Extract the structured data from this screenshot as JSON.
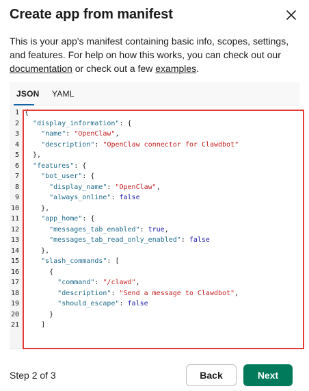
{
  "modal": {
    "title": "Create app from manifest",
    "close_icon": "close-icon"
  },
  "description": {
    "text_before": "This is your app's manifest containing basic info, scopes, settings, and features. For help on how this works, you can check out our ",
    "documentation_link": "documentation",
    "text_middle": " or check out a few ",
    "examples_link": "examples",
    "text_after": "."
  },
  "tabs": [
    {
      "label": "JSON",
      "active": true
    },
    {
      "label": "YAML",
      "active": false
    }
  ],
  "editor": {
    "lines": [
      "{",
      "  \"display_information\": {",
      "    \"name\": \"OpenClaw\",",
      "    \"description\": \"OpenClaw connector for Clawdbot\"",
      "  },",
      "  \"features\": {",
      "    \"bot_user\": {",
      "      \"display_name\": \"OpenClaw\",",
      "      \"always_online\": false",
      "    },",
      "    \"app_home\": {",
      "      \"messages_tab_enabled\": true,",
      "      \"messages_tab_read_only_enabled\": false",
      "    },",
      "    \"slash_commands\": [",
      "      {",
      "        \"command\": \"/clawd\",",
      "        \"description\": \"Send a message to Clawdbot\",",
      "        \"should_escape\": false",
      "      }",
      "    ]"
    ],
    "line_numbers": [
      "1",
      "2",
      "3",
      "4",
      "5",
      "6",
      "7",
      "8",
      "9",
      "10",
      "11",
      "12",
      "13",
      "14",
      "15",
      "16",
      "17",
      "18",
      "19",
      "20",
      "21"
    ]
  },
  "footer": {
    "step_text": "Step 2 of 3",
    "back_label": "Back",
    "next_label": "Next"
  },
  "colors": {
    "next_button": "#007a5a",
    "highlight_border": "#e53935",
    "tab_underline": "#1264a3"
  }
}
